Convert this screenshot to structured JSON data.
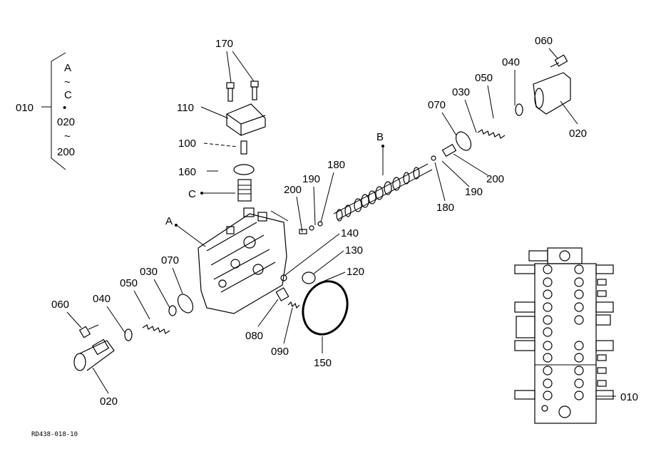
{
  "labels": {
    "l010a": "010",
    "bracket_A": "A",
    "bracket_tilde1": "~",
    "bracket_C": "C",
    "bracket_dot": "•",
    "bracket_020": "020",
    "bracket_tilde2": "~",
    "bracket_200": "200",
    "l170": "170",
    "l110": "110",
    "l100": "100",
    "l160": "160",
    "lC": "C",
    "lA": "A",
    "lB": "B",
    "l200a": "200",
    "l190a": "190",
    "l180a": "180",
    "l140": "140",
    "l130": "130",
    "l120": "120",
    "l070a": "070",
    "l030a": "030",
    "l050a": "050",
    "l040a": "040",
    "l060a": "060",
    "l020a": "020",
    "l080": "080",
    "l090": "090",
    "l150": "150",
    "l060b": "060",
    "l040b": "040",
    "l050b": "050",
    "l030b": "030",
    "l070b": "070",
    "l020b": "020",
    "l200b": "200",
    "l190b": "190",
    "l180b": "180",
    "l010b": "010",
    "figure_code": "RD438-018-10"
  }
}
